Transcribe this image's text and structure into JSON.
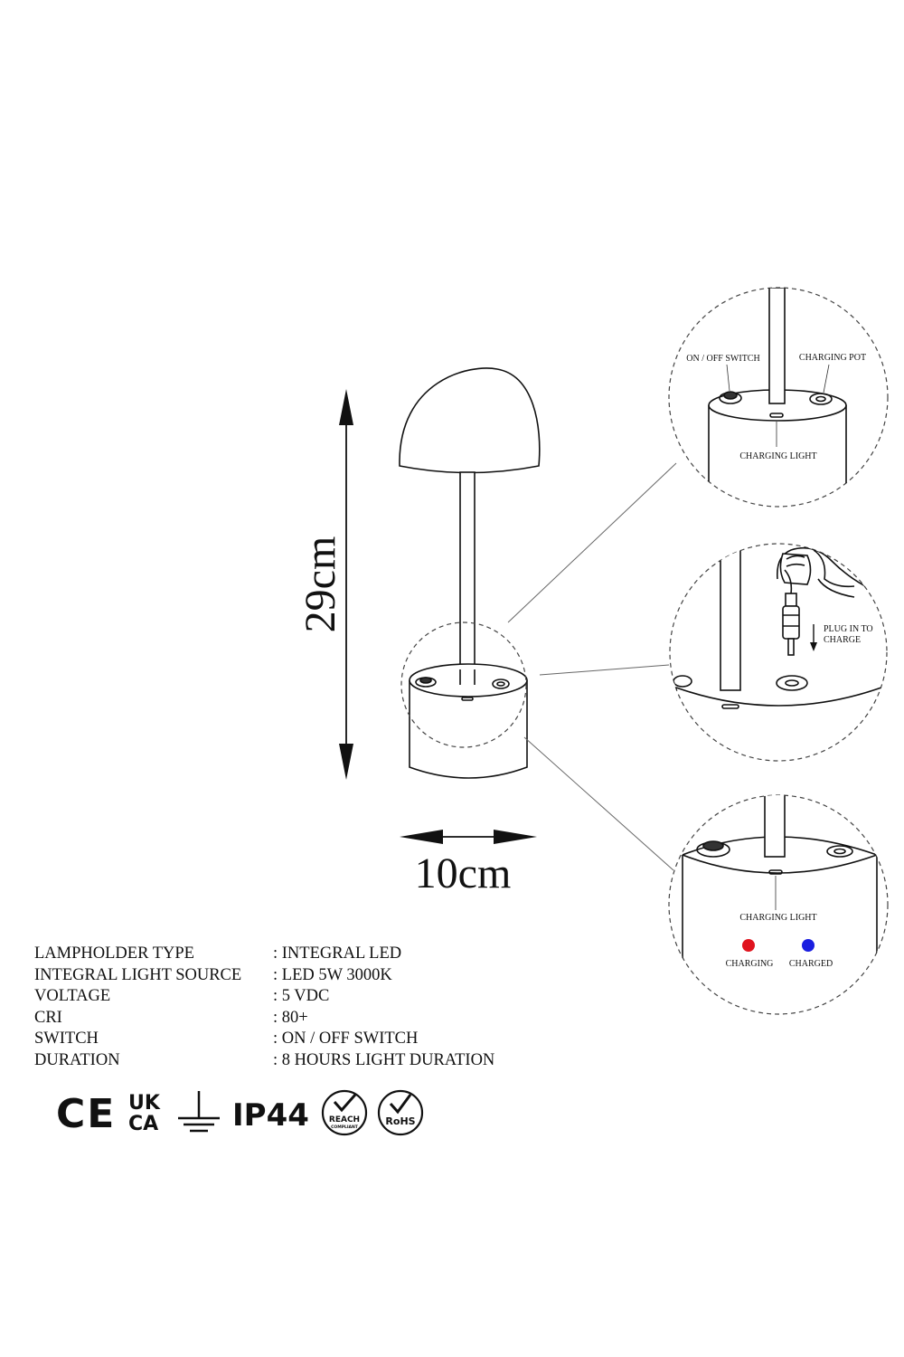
{
  "dimensions": {
    "height": "29cm",
    "width": "10cm"
  },
  "callouts": {
    "on_off_switch": "ON / OFF SWITCH",
    "charging_port": "CHARGING POT",
    "charging_light_top": "CHARGING LIGHT",
    "plug_in": [
      "PLUG IN TO",
      "CHARGE"
    ],
    "charging_light_bottom": "CHARGING LIGHT",
    "charging": "CHARGING",
    "charged": "CHARGED"
  },
  "status_colors": {
    "charging": "#e0141e",
    "charged": "#1a1ee0"
  },
  "specs": [
    {
      "key": "LAMPHOLDER TYPE",
      "value": ": INTEGRAL LED"
    },
    {
      "key": "INTEGRAL LIGHT SOURCE",
      "value": ": LED 5W 3000K"
    },
    {
      "key": "VOLTAGE",
      "value": ": 5 VDC"
    },
    {
      "key": "CRI",
      "value": ": 80+"
    },
    {
      "key": "SWITCH",
      "value": ": ON / OFF SWITCH"
    },
    {
      "key": "DURATION",
      "value": ": 8 HOURS LIGHT DURATION"
    }
  ],
  "certifications": {
    "ce": "CE",
    "ukca_top": "UK",
    "ukca_bottom": "CA",
    "ip": "IP44",
    "reach": "REACH",
    "reach_sub": "COMPLIANT",
    "rohs": "RoHS"
  }
}
